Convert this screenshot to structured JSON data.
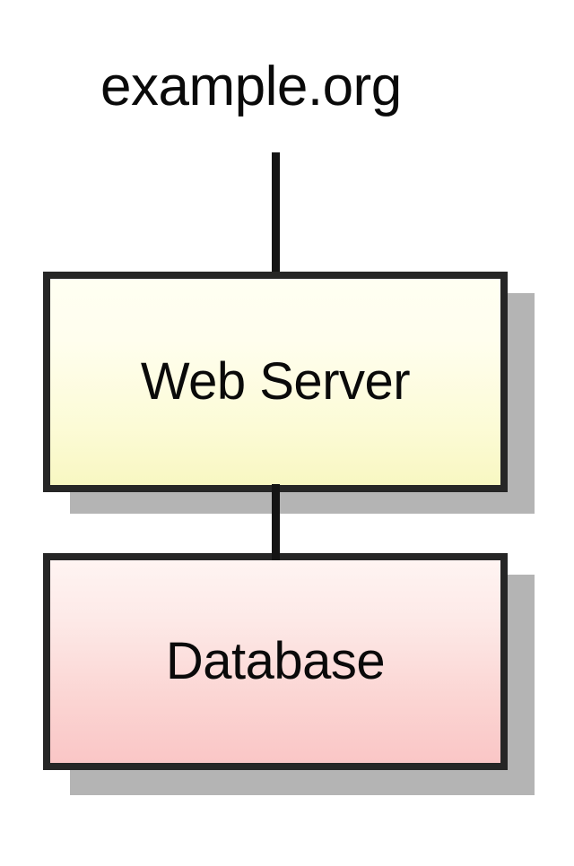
{
  "diagram": {
    "background_color": "#ffffff",
    "title_label": {
      "text": "example.org",
      "color": "#0a0a0a"
    },
    "nodes": [
      {
        "id": "web-server",
        "label": "Web Server",
        "fill_top": "#fffff2",
        "fill_bottom": "#f8f7c2",
        "border_color": "#262626",
        "shadow_color": "#b4b4b4"
      },
      {
        "id": "database",
        "label": "Database",
        "fill_top": "#fff4f2",
        "fill_bottom": "#fac6c6",
        "border_color": "#262626",
        "shadow_color": "#b4b4b4"
      }
    ],
    "edges": [
      {
        "id": "edge-label-to-web",
        "from": "example.org",
        "to": "Web Server"
      },
      {
        "id": "edge-web-to-db",
        "from": "Web Server",
        "to": "Database"
      }
    ],
    "edge_color": "#141414"
  }
}
